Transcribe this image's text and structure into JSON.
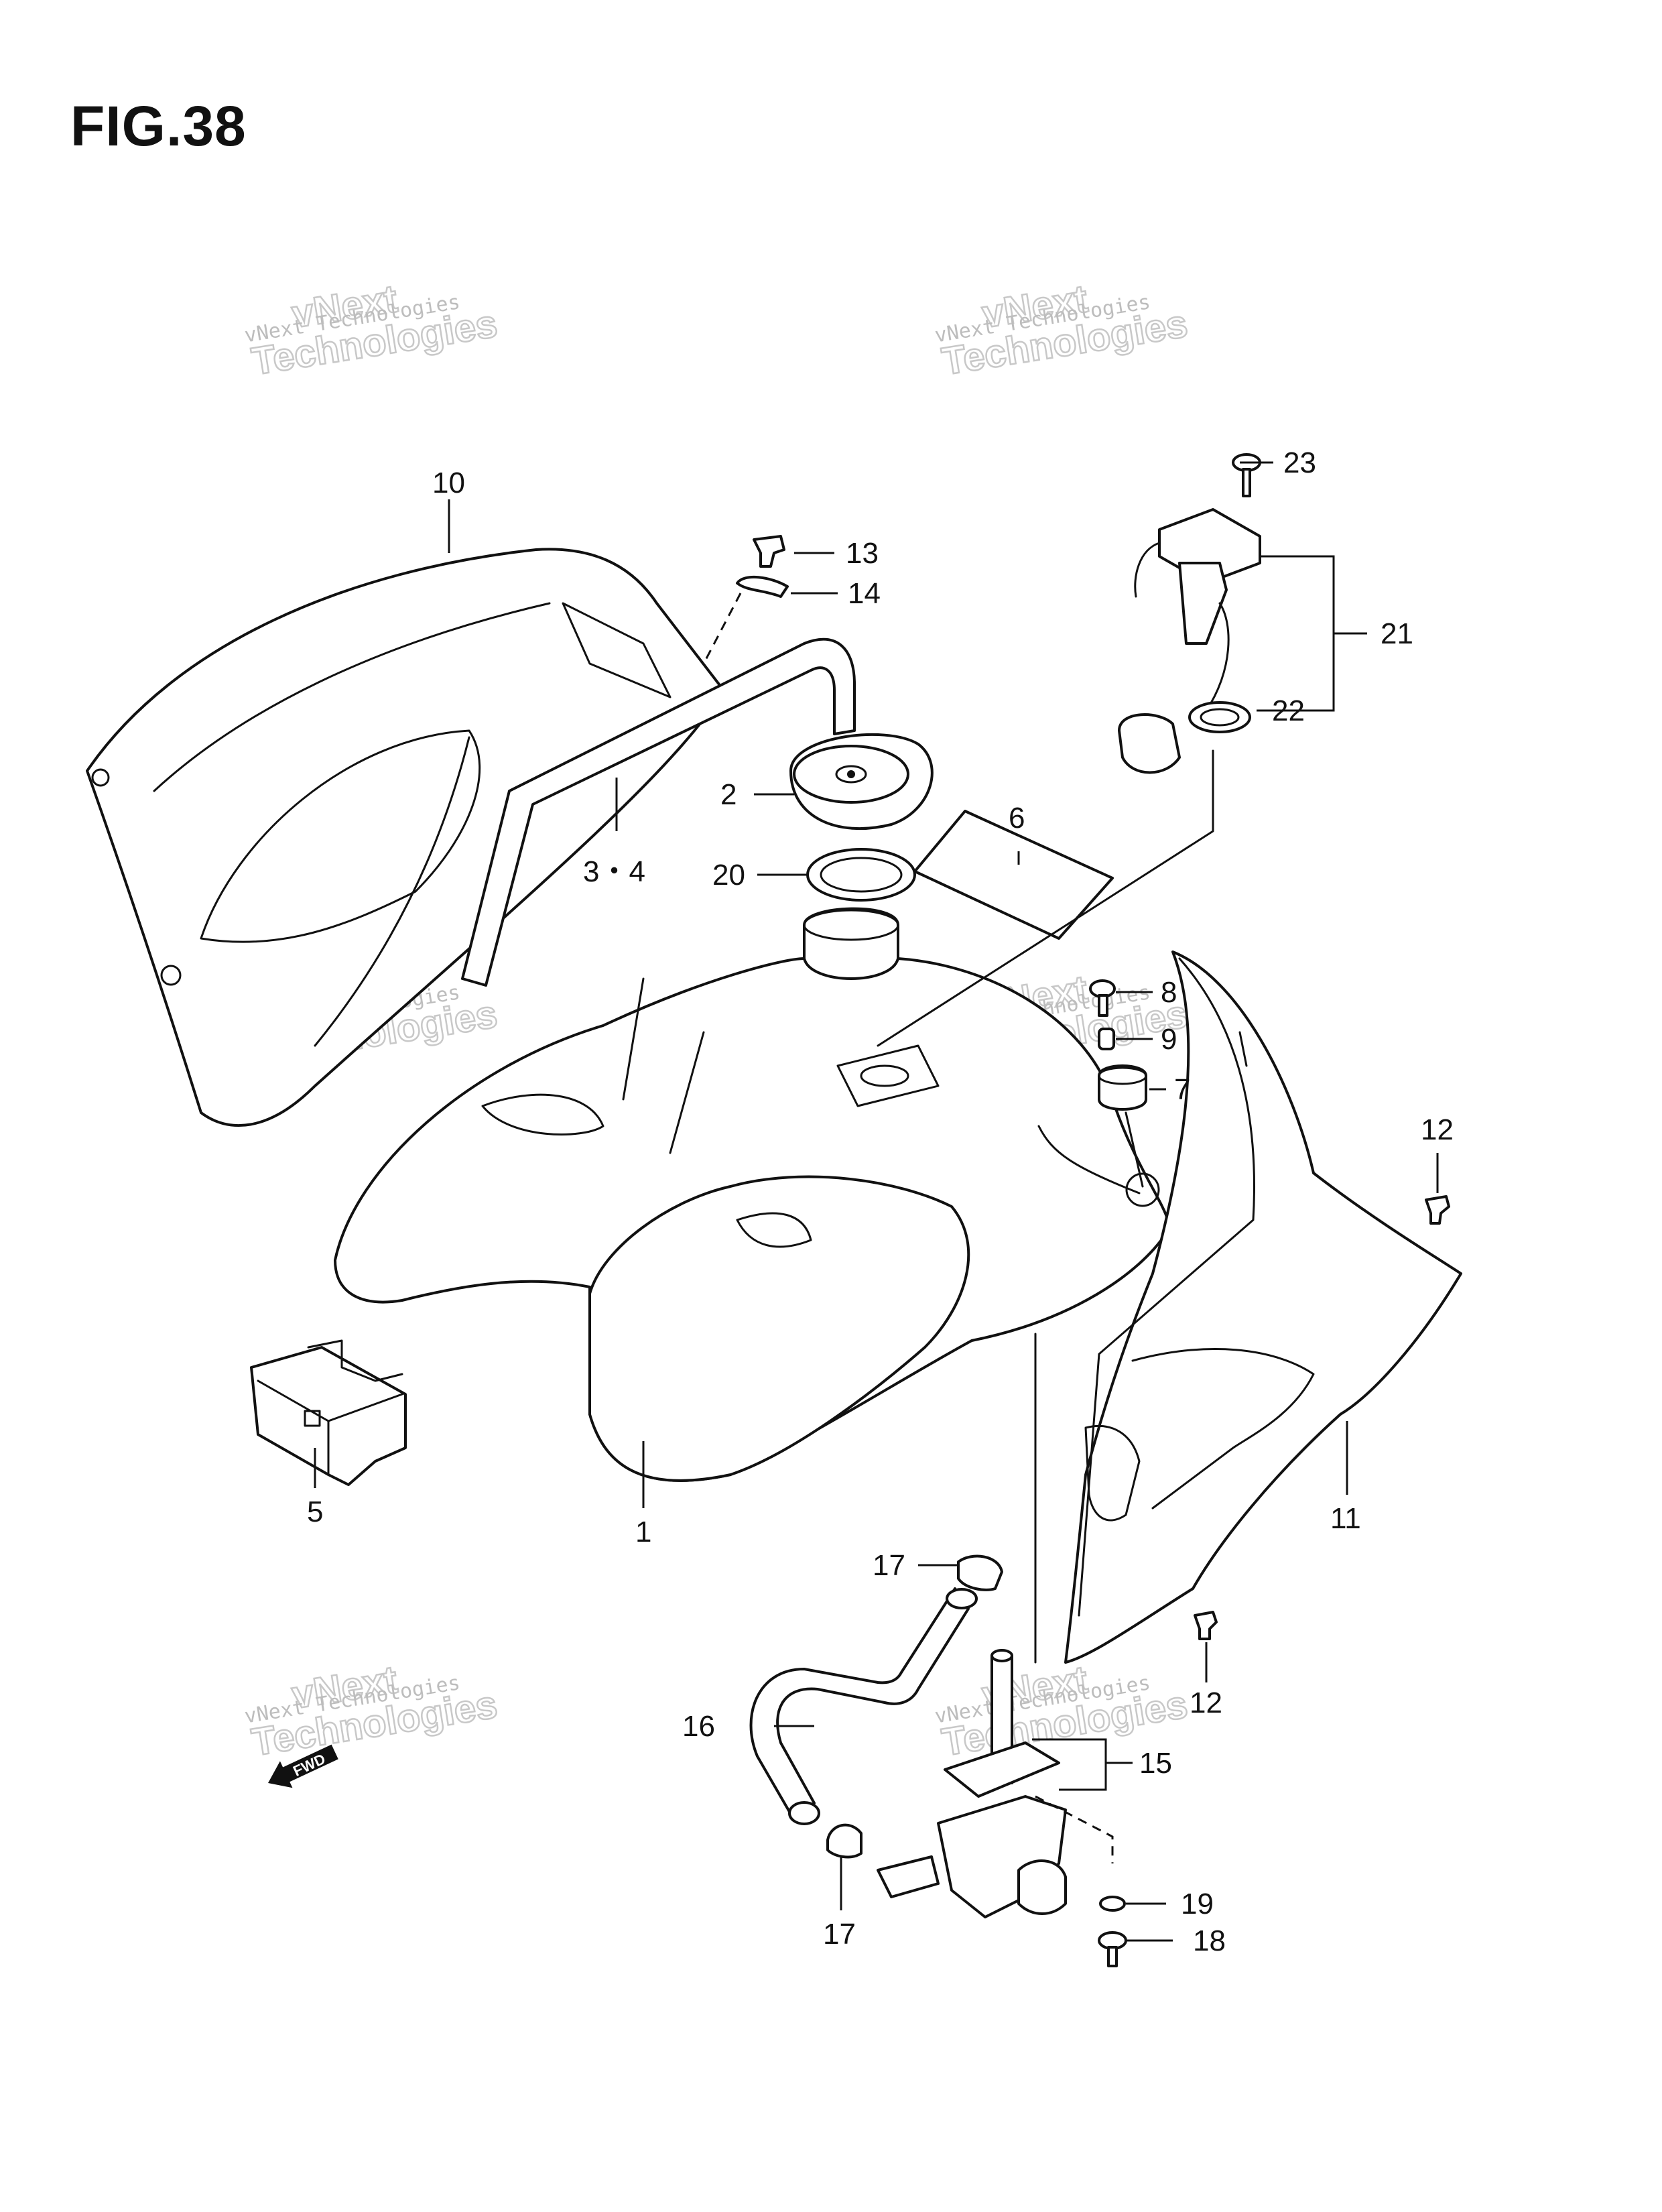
{
  "figure": {
    "title": "FIG.38"
  },
  "watermark": {
    "line1": "vNext Technologies",
    "line2": "vNext",
    "line3": "Technologies"
  },
  "callouts": {
    "c1": "1",
    "c2": "2",
    "c34": "3・4",
    "c5": "5",
    "c6": "6",
    "c7": "7",
    "c8": "8",
    "c9": "9",
    "c10": "10",
    "c11": "11",
    "c12a": "12",
    "c12b": "12",
    "c13": "13",
    "c14": "14",
    "c15": "15",
    "c16": "16",
    "c17a": "17",
    "c17b": "17",
    "c18": "18",
    "c19": "19",
    "c20": "20",
    "c21": "21",
    "c22": "22",
    "c23": "23"
  },
  "direction_arrow": {
    "label": "FWD"
  }
}
